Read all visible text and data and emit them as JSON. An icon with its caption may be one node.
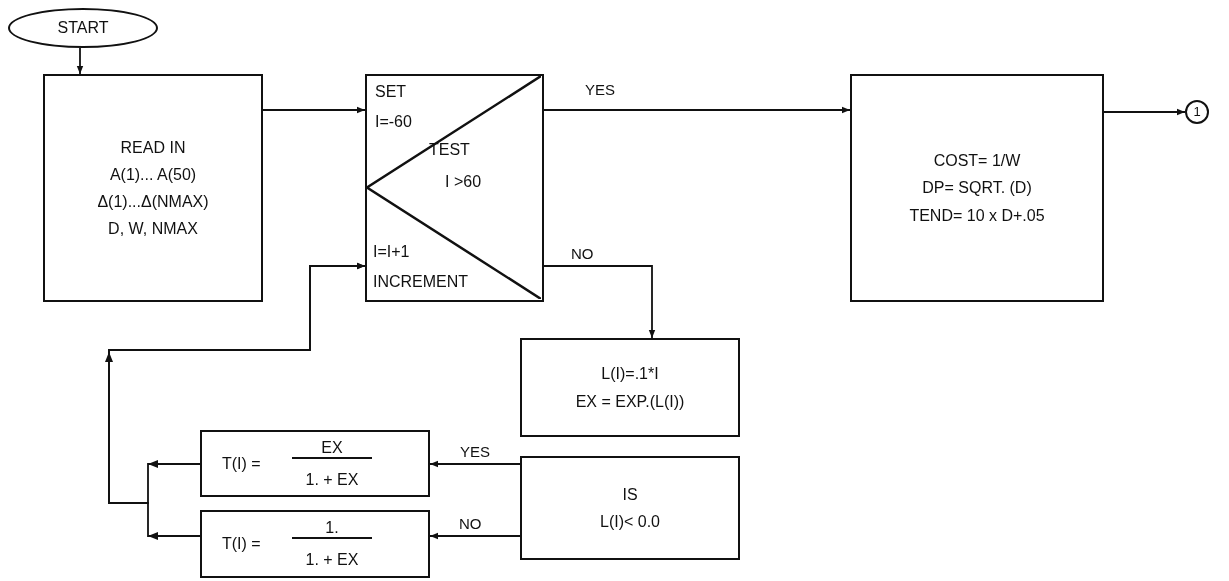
{
  "diagram": {
    "nodes": [
      {
        "text": [
          "START"
        ]
      },
      {
        "text": [
          "READ IN",
          "A(1)... A(50)",
          "Δ(1)...Δ(NMAX)",
          "D, W, NMAX"
        ]
      },
      {
        "text": [
          "SET",
          "I=-60",
          "TEST",
          "I >60",
          "I=I+1",
          "INCREMENT"
        ]
      },
      {
        "text": [
          "COST= 1/W",
          "DP= SQRT. (D)",
          "TEND= 10 x D+.05"
        ]
      },
      {
        "text": [
          "1"
        ]
      },
      {
        "text": [
          "L(I)=.1*I",
          "EX = EXP.(L(I))"
        ]
      },
      {
        "text": [
          "IS",
          "L(I)< 0.0"
        ]
      },
      {
        "text": [
          "T(I) =",
          "EX",
          "1. + EX"
        ]
      },
      {
        "text": [
          "T(I) =",
          "1.",
          "1. + EX"
        ]
      }
    ],
    "edges": [
      {
        "from": 0,
        "to": 1,
        "arrow": "to"
      },
      {
        "from": 1,
        "to": 2,
        "arrow": "to"
      },
      {
        "from": 2,
        "to": 3,
        "arrow": "to",
        "label": "YES"
      },
      {
        "from": 3,
        "to": 4,
        "arrow": "to"
      },
      {
        "from": 2,
        "to": 5,
        "arrow": "to",
        "label": "NO"
      },
      {
        "from": 6,
        "to": 7,
        "arrow": "to",
        "label": "YES"
      },
      {
        "from": 6,
        "to": 8,
        "arrow": "to",
        "label": "NO"
      },
      {
        "from": 7,
        "to": 2,
        "arrow": "to"
      },
      {
        "from": 8,
        "to": 2,
        "arrow": "to"
      }
    ]
  }
}
